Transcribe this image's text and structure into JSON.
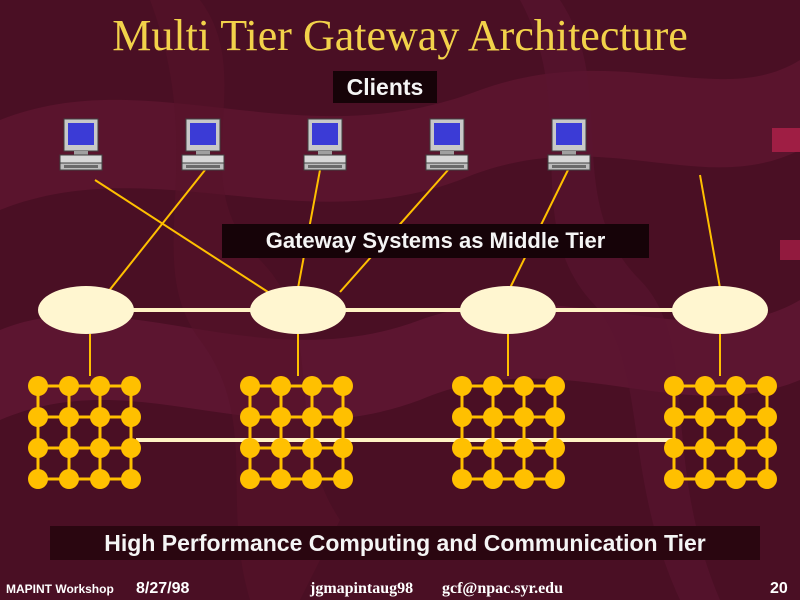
{
  "title": "Multi Tier Gateway Architecture",
  "labels": {
    "clients": "Clients",
    "gateway": "Gateway Systems as Middle Tier",
    "hpcc": "High Performance Computing and Communication Tier"
  },
  "footer": {
    "workshop": "MAPINT Workshop",
    "date": "8/27/98",
    "file": "jgmapintaug98",
    "email": "gcf@npac.syr.edu",
    "page": "20"
  },
  "diagram": {
    "client_count": 5,
    "gateway_count": 4,
    "hpc_cluster_count": 4,
    "hpc_grid": "4x4",
    "client_icon": "computer-icon"
  },
  "colors": {
    "background": "#4a0f24",
    "title": "#f2d24a",
    "node": "#ffc000",
    "gateway_fill": "#fff6d0",
    "line": "#ffc000",
    "bus": "#fff3c4"
  }
}
